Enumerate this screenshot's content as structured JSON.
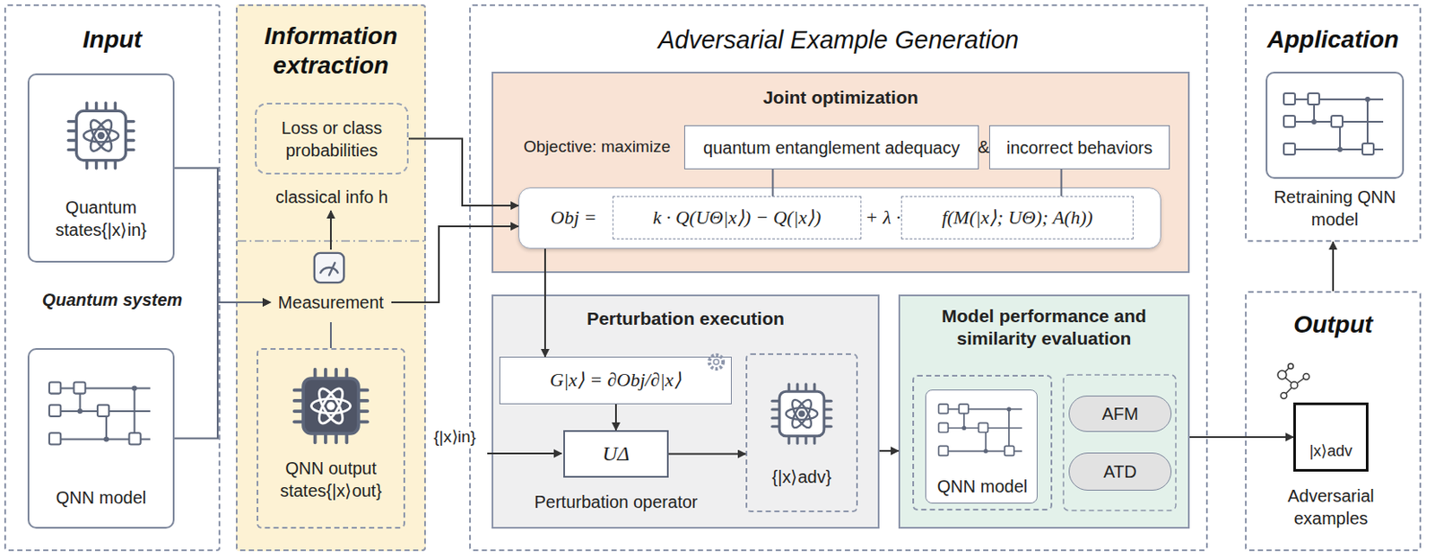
{
  "diagram": {
    "nodes": [
      {
        "text": [
          "Input"
        ]
      },
      {
        "text": [
          "Quantum states{|x⟩in}"
        ],
        "in": 0
      },
      {
        "text": [
          "QNN model"
        ],
        "in": 0
      },
      {
        "text": [
          "Information extraction"
        ]
      },
      {
        "text": [
          "Loss or class probabilities",
          "classical info h"
        ],
        "in": 3
      },
      {
        "text": [
          "Measurement"
        ],
        "in": 3
      },
      {
        "text": [
          "QNN output states{|x⟩out}"
        ],
        "in": 3
      },
      {
        "text": [
          "Adversarial Example Generation"
        ]
      },
      {
        "text": [
          "Joint optimization"
        ],
        "in": 7
      },
      {
        "text": [
          "quantum entanglement adequacy"
        ],
        "in": 8
      },
      {
        "text": [
          "incorrect behaviors"
        ],
        "in": 8
      },
      {
        "text": [
          "Obj =",
          "+ λ ·"
        ],
        "in": 8
      },
      {
        "text": [
          "k · Q(UΘ|x⟩) − Q(|x⟩)"
        ],
        "in": 11
      },
      {
        "text": [
          "f(M(|x⟩; UΘ); A(h))"
        ],
        "in": 11
      },
      {
        "text": [
          "Perturbation execution"
        ],
        "in": 7
      },
      {
        "text": [
          "G|x⟩ = ∂Obj/∂|x⟩"
        ],
        "in": 14
      },
      {
        "text": [
          "UΔ",
          "Perturbation operator"
        ],
        "in": 14
      },
      {
        "text": [
          "{|x⟩adv}"
        ],
        "in": 14
      },
      {
        "text": [
          "Model performance and similarity evaluation"
        ],
        "in": 7
      },
      {
        "text": [
          "QNN model"
        ],
        "in": 18
      },
      {
        "text": [
          "AFM"
        ],
        "in": 18
      },
      {
        "text": [
          "ATD"
        ],
        "in": 18
      },
      {
        "text": [
          "Application"
        ]
      },
      {
        "text": [
          "Retraining QNN model"
        ],
        "in": 22
      },
      {
        "text": [
          "Output"
        ]
      },
      {
        "text": [
          "|x⟩adv",
          "Adversarial examples"
        ],
        "in": 24
      }
    ],
    "edges": [
      {
        "from": 1,
        "to": 5,
        "arrow": "to"
      },
      {
        "from": 2,
        "to": 5,
        "arrow": "to"
      },
      {
        "from": 6,
        "to": 5,
        "arrow": "none"
      },
      {
        "from": 5,
        "to": 4,
        "arrow": "to"
      },
      {
        "from": 4,
        "to": 11,
        "arrow": "to"
      },
      {
        "from": 5,
        "to": 11,
        "arrow": "to"
      },
      {
        "from": 11,
        "to": 15,
        "arrow": "to"
      },
      {
        "from": 15,
        "to": 16,
        "arrow": "to"
      },
      {
        "from": 16,
        "to": 17,
        "arrow": "to"
      },
      {
        "from": 14,
        "to": 18,
        "arrow": "to"
      },
      {
        "from": 18,
        "to": 25,
        "arrow": "to"
      },
      {
        "from": 24,
        "to": 22,
        "arrow": "to"
      },
      {
        "from": 9,
        "to": 12,
        "arrow": "none"
      },
      {
        "from": 10,
        "to": 13,
        "arrow": "none"
      }
    ],
    "labels": [
      "Quantum system",
      "Objective: maximize",
      "&",
      "{|x⟩in}"
    ]
  }
}
